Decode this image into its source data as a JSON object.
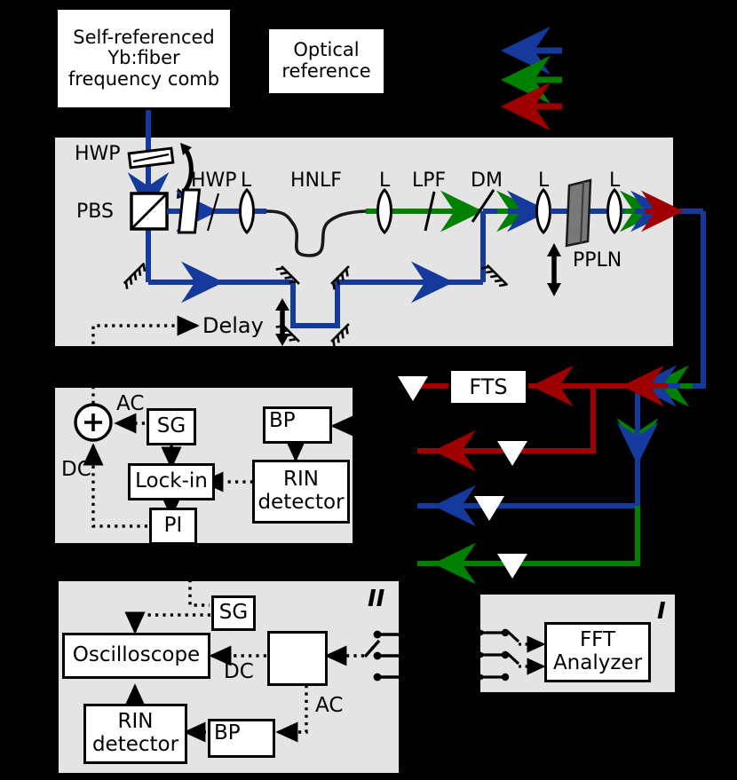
{
  "figure": {
    "title": "Self-referenced Yb:fiber frequency comb supercontinuum and RIN stabilization setup",
    "background_color": "#000000",
    "panel_fill": "#e4e4e4",
    "colors": {
      "beam_blue": "#153a9b",
      "beam_green": "#008000",
      "beam_red": "#9e0000",
      "ppln_gray": "#787878",
      "box_white": "#ffffff",
      "line_black": "#000000"
    }
  },
  "sources": {
    "comb_box": "Self-referenced\nYb:fiber\nfrequency comb",
    "comb_line1": "Self-referenced",
    "comb_line2": "Yb:fiber",
    "comb_line3": "frequency comb",
    "optical_reference_line1": "Optical",
    "optical_reference_line2": "reference"
  },
  "legend": {
    "items": [
      {
        "color": "#153a9b",
        "name": "blue-beam-arrow"
      },
      {
        "color": "#008000",
        "name": "green-beam-arrow"
      },
      {
        "color": "#9e0000",
        "name": "red-beam-arrow"
      }
    ]
  },
  "optics_panel": {
    "components": [
      {
        "label": "HWP",
        "name": "hwp-rotatable"
      },
      {
        "label": "PBS",
        "name": "pbs-cube"
      },
      {
        "label": "HWP",
        "name": "hwp-second"
      },
      {
        "label": "L",
        "name": "lens-1"
      },
      {
        "label": "HNLF",
        "name": "hnlf-fiber"
      },
      {
        "label": "L",
        "name": "lens-2"
      },
      {
        "label": "LPF",
        "name": "long-pass-filter"
      },
      {
        "label": "DM",
        "name": "dichroic-mirror"
      },
      {
        "label": "L",
        "name": "lens-3"
      },
      {
        "label": "PPLN",
        "name": "ppln-crystal"
      },
      {
        "label": "L",
        "name": "lens-4"
      }
    ],
    "delay_label": "Delay"
  },
  "output": {
    "fts_label": "FTS",
    "detector_count": 4
  },
  "control_panel": {
    "sum_symbol": "+",
    "ac_label": "AC",
    "dc_label": "DC",
    "blocks": [
      {
        "label": "SG",
        "name": "signal-generator"
      },
      {
        "label": "BP",
        "name": "bandpass-filter"
      },
      {
        "label": "Lock-in",
        "name": "lock-in-amplifier"
      },
      {
        "label": "RIN\ndetector",
        "line1": "RIN",
        "line2": "detector",
        "name": "rin-detector"
      },
      {
        "label": "PI",
        "name": "pi-controller"
      }
    ]
  },
  "panel_two": {
    "tag": "II",
    "ac_label": "AC",
    "dc_label": "DC",
    "blocks": [
      {
        "label": "SG",
        "name": "signal-generator"
      },
      {
        "label": "Oscilloscope",
        "name": "oscilloscope"
      },
      {
        "label": "RIN\ndetector",
        "line1": "RIN",
        "line2": "detector",
        "name": "rin-detector"
      },
      {
        "label": "BP",
        "name": "bandpass-filter"
      }
    ]
  },
  "panel_one": {
    "tag": "I",
    "blocks": [
      {
        "label": "FFT\nAnalyzer",
        "line1": "FFT",
        "line2": "Analyzer",
        "name": "fft-analyzer"
      }
    ],
    "switch_count": 3
  }
}
